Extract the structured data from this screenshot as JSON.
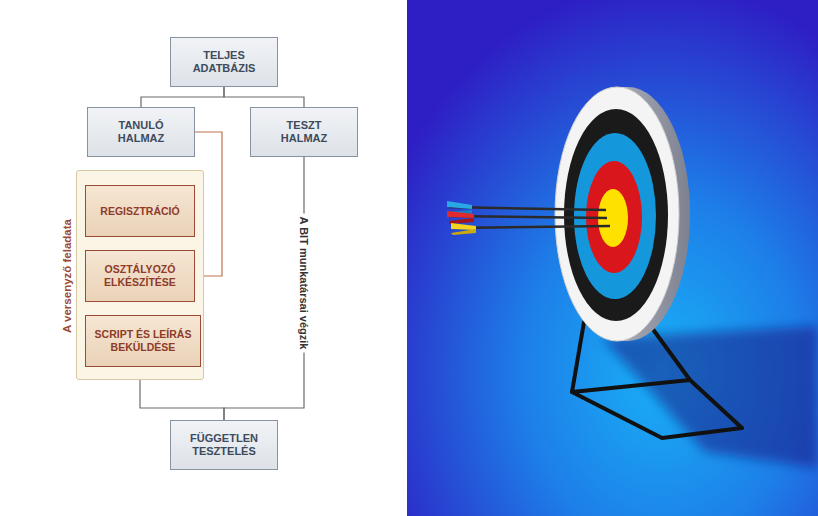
{
  "diagram": {
    "nodes": [
      {
        "text": [
          "TELJES ADATBÁZIS"
        ]
      },
      {
        "text": [
          "TANULÓ HALMAZ"
        ]
      },
      {
        "text": [
          "TESZT HALMAZ"
        ]
      },
      {
        "text": [
          "A versenyző feladata"
        ]
      },
      {
        "text": [
          "REGISZTRÁCIÓ"
        ],
        "in": 3
      },
      {
        "text": [
          "OSZTÁLYOZÓ ELKÉSZÍTÉSE"
        ],
        "in": 3
      },
      {
        "text": [
          "SCRIPT ÉS LEÍRÁS BEKÜLDÉSE"
        ],
        "in": 3
      },
      {
        "text": [
          "FÜGGETLEN TESZTELÉS"
        ]
      }
    ],
    "edges": [
      {
        "from": 0,
        "to": 1,
        "arrow": "none"
      },
      {
        "from": 0,
        "to": 2,
        "arrow": "none"
      },
      {
        "from": 1,
        "to": 5,
        "arrow": "to"
      },
      {
        "from": 4,
        "to": 5,
        "arrow": "to"
      },
      {
        "from": 5,
        "to": 6,
        "arrow": "to"
      },
      {
        "from": 3,
        "to": 7,
        "arrow": "none"
      },
      {
        "from": 2,
        "to": 7,
        "label": "A BIT munkatársai végzik",
        "arrow": "none"
      }
    ]
  }
}
